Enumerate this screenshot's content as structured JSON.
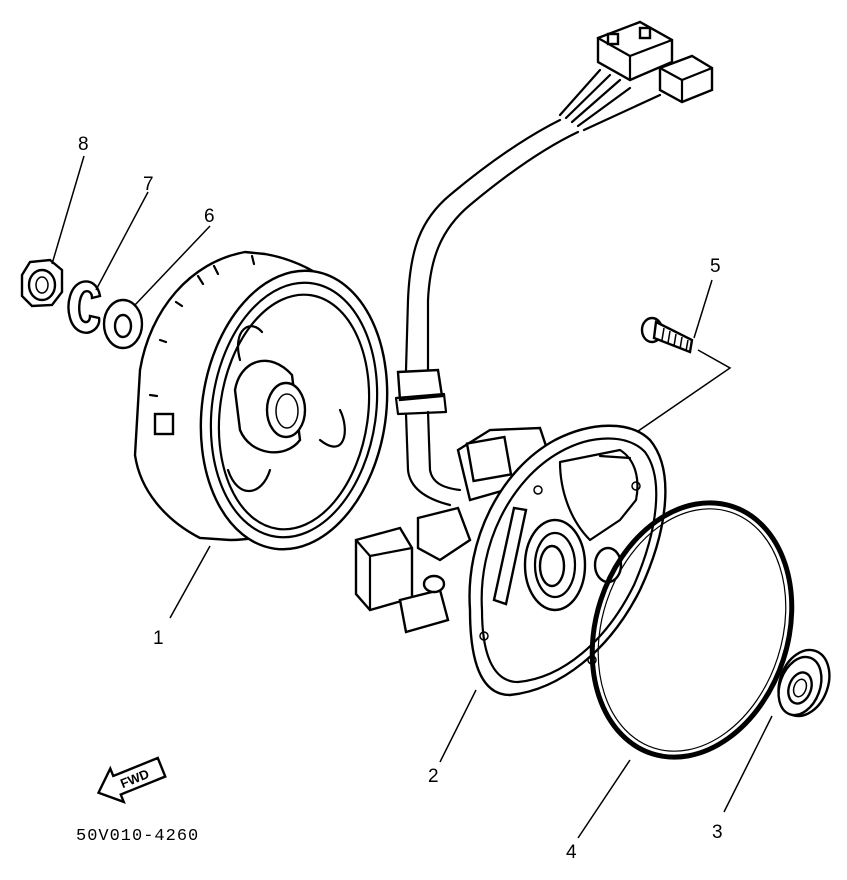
{
  "callouts": {
    "p1": "1",
    "p2": "2",
    "p3": "3",
    "p4": "4",
    "p5": "5",
    "p6": "6",
    "p7": "7",
    "p8": "8"
  },
  "direction_label": "FWD",
  "drawing_code": "50V010-4260"
}
